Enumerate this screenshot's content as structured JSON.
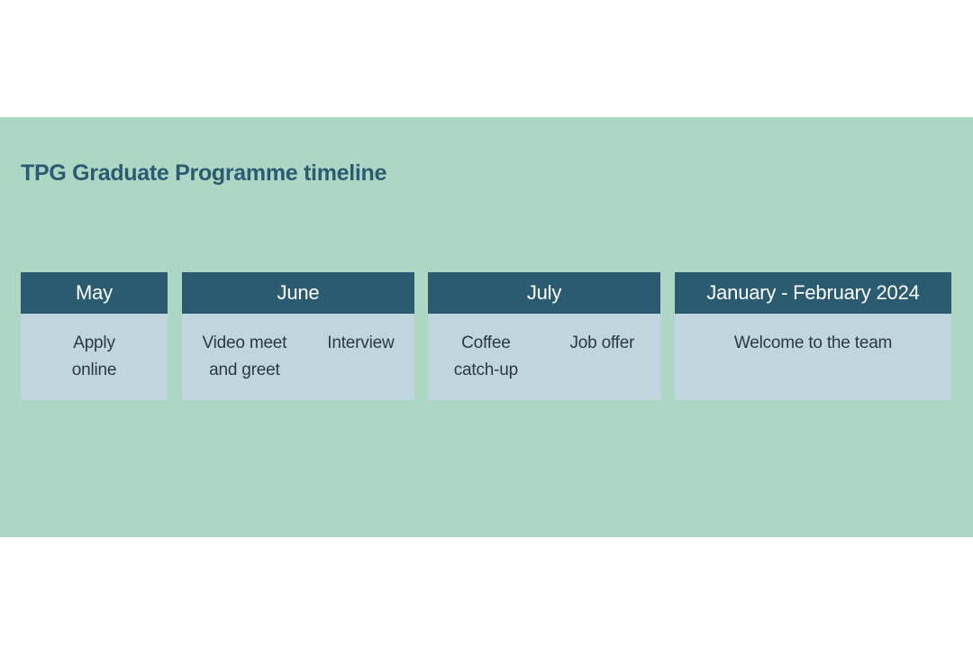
{
  "title": "TPG Graduate Programme timeline",
  "colors": {
    "background": "#add6c5",
    "header": "#2b5b70",
    "card_body": "#c1d5de",
    "title": "#2b5b70"
  },
  "timeline": [
    {
      "period": "May",
      "events": [
        "Apply\nonline"
      ]
    },
    {
      "period": "June",
      "events": [
        "Video meet\nand greet",
        "Interview"
      ]
    },
    {
      "period": "July",
      "events": [
        "Coffee\ncatch-up",
        "Job offer"
      ]
    },
    {
      "period": "January - February 2024",
      "events": [
        "Welcome to the team"
      ]
    }
  ]
}
